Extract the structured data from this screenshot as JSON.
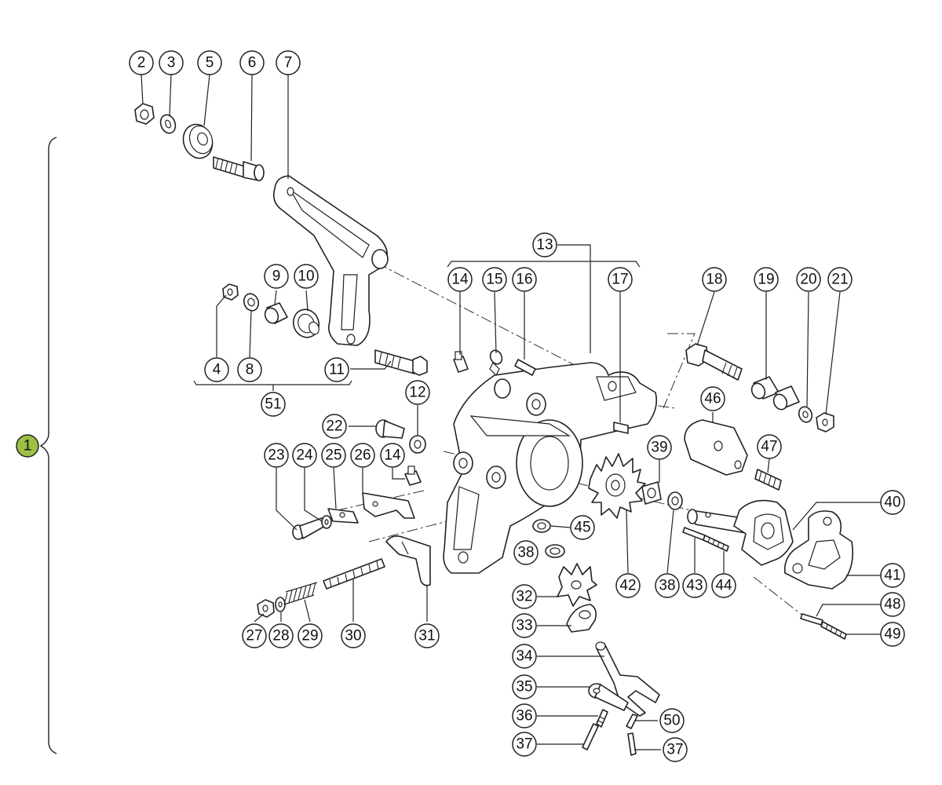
{
  "colors": {
    "assembly_callout_fill": "#9cbf45",
    "line": "#222222",
    "background": "#ffffff"
  },
  "assembly_callout": {
    "label": "1"
  },
  "callouts": [
    {
      "label": "2"
    },
    {
      "label": "3"
    },
    {
      "label": "5"
    },
    {
      "label": "6"
    },
    {
      "label": "7"
    },
    {
      "label": "9"
    },
    {
      "label": "10"
    },
    {
      "label": "4"
    },
    {
      "label": "8"
    },
    {
      "label": "11"
    },
    {
      "label": "51"
    },
    {
      "label": "13"
    },
    {
      "label": "14"
    },
    {
      "label": "15"
    },
    {
      "label": "16"
    },
    {
      "label": "17"
    },
    {
      "label": "18"
    },
    {
      "label": "19"
    },
    {
      "label": "20"
    },
    {
      "label": "21"
    },
    {
      "label": "12"
    },
    {
      "label": "22"
    },
    {
      "label": "46"
    },
    {
      "label": "47"
    },
    {
      "label": "39"
    },
    {
      "label": "23"
    },
    {
      "label": "24"
    },
    {
      "label": "25"
    },
    {
      "label": "26"
    },
    {
      "label": "14"
    },
    {
      "label": "45"
    },
    {
      "label": "38"
    },
    {
      "label": "40"
    },
    {
      "label": "41"
    },
    {
      "label": "42"
    },
    {
      "label": "38"
    },
    {
      "label": "43"
    },
    {
      "label": "44"
    },
    {
      "label": "32"
    },
    {
      "label": "48"
    },
    {
      "label": "49"
    },
    {
      "label": "33"
    },
    {
      "label": "27"
    },
    {
      "label": "28"
    },
    {
      "label": "29"
    },
    {
      "label": "30"
    },
    {
      "label": "31"
    },
    {
      "label": "34"
    },
    {
      "label": "35"
    },
    {
      "label": "36"
    },
    {
      "label": "50"
    },
    {
      "label": "37"
    },
    {
      "label": "37"
    }
  ]
}
